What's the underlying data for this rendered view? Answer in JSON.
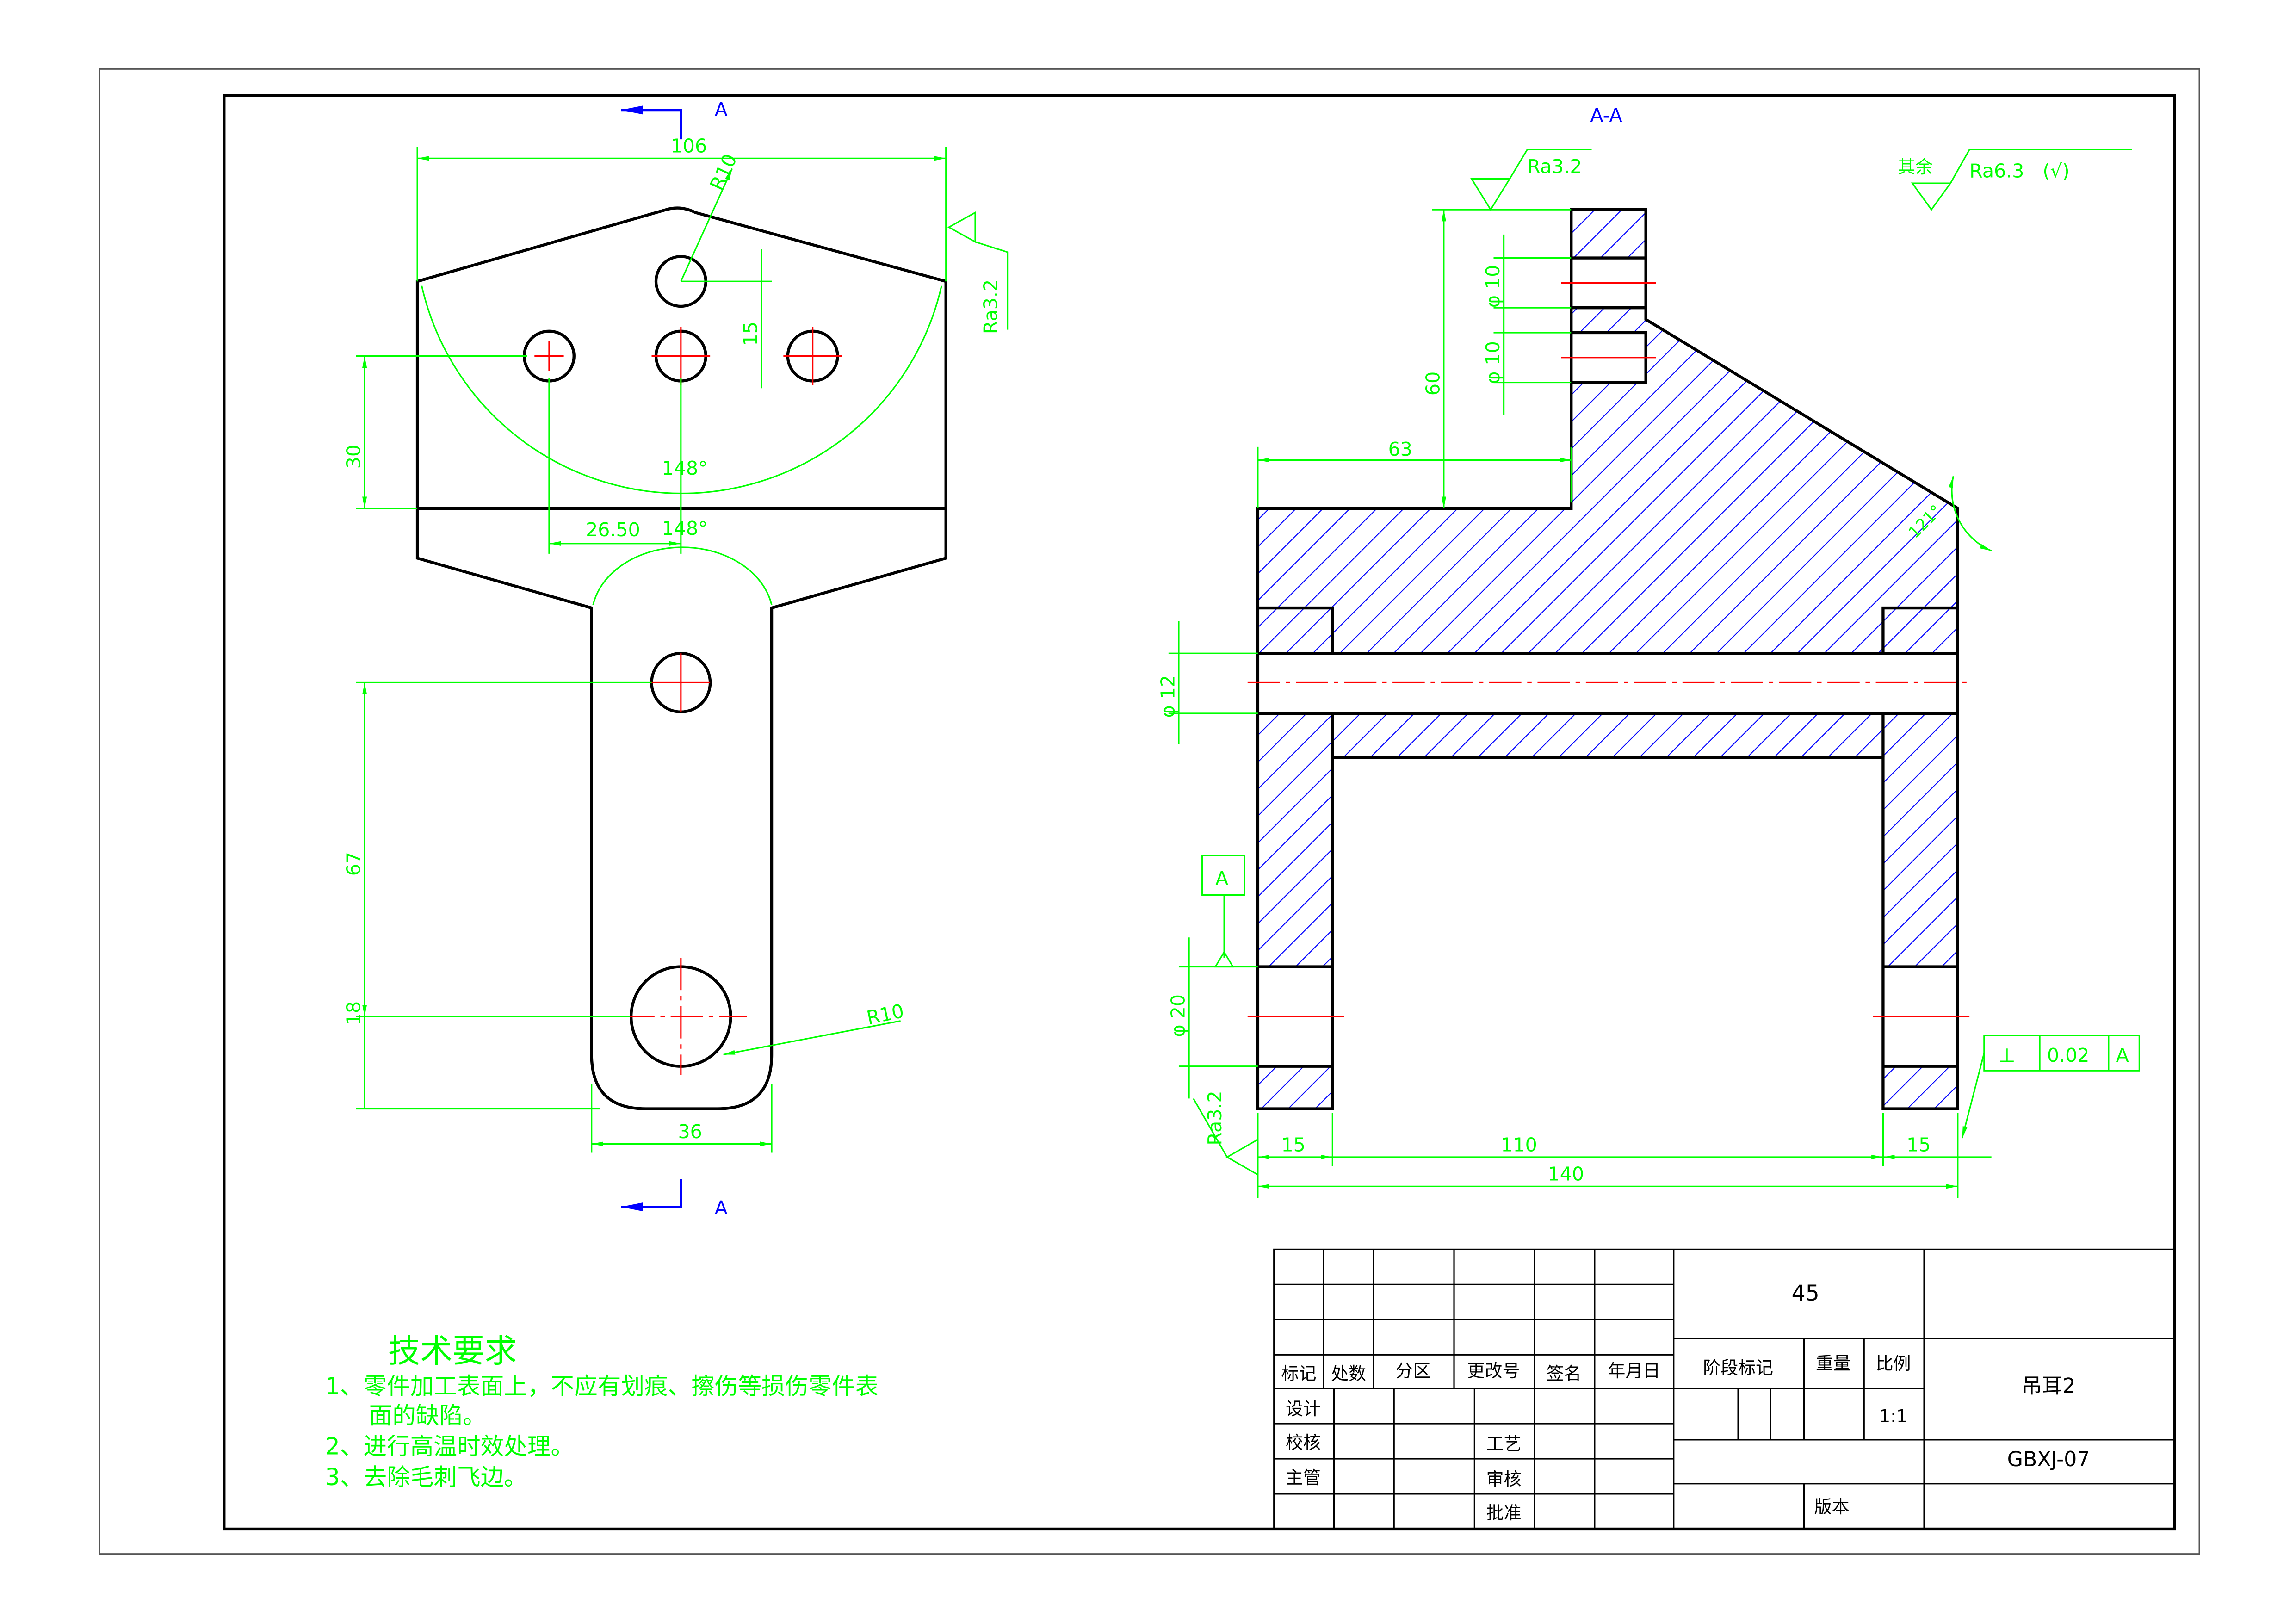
{
  "colors": {
    "dimension": "#00ff00",
    "outline": "#000000",
    "centerline": "#ff0000",
    "hatch": "#0000ff"
  },
  "left_view": {
    "section_mark_top": "A",
    "section_mark_bottom": "A",
    "dims": {
      "width_top": "106",
      "r_top": "R10",
      "ra": "Ra3.2",
      "angle_upper": "148°",
      "angle_lower": "148°",
      "offset": "26.50",
      "height_30": "30",
      "spacing_15": "15",
      "height_67": "67",
      "height_18": "18",
      "width_36": "36",
      "r_bottom": "R10"
    }
  },
  "section_view": {
    "title": "A-A",
    "ra_top": "Ra3.2",
    "ra_bottom": "Ra3.2",
    "general_roughness": {
      "prefix": "其余",
      "value": "Ra6.3",
      "suffix": "(√)"
    },
    "dims": {
      "len_63": "63",
      "height_60": "60",
      "dia_10_a": "φ 10",
      "dia_10_b": "φ 10",
      "dia_12": "φ 12",
      "dia_20": "φ 20",
      "left_15": "15",
      "mid_110": "110",
      "right_15": "15",
      "total_140": "140",
      "angle": "121°"
    },
    "datum": "A",
    "tolerance": {
      "symbol": "⊥",
      "value": "0.02",
      "datum": "A"
    }
  },
  "tech_requirements": {
    "title": "技术要求",
    "lines": [
      "1、零件加工表面上，不应有划痕、擦伤等损伤零件表",
      "面的缺陷。",
      "2、进行高温时效处理。",
      "3、去除毛刺飞边。"
    ]
  },
  "title_block": {
    "headers": [
      "标记",
      "处数",
      "分区",
      "更改号",
      "签名",
      "年月日"
    ],
    "roles": [
      "设计",
      "校核",
      "主管"
    ],
    "roles_mid": [
      "工艺",
      "审核",
      "批准"
    ],
    "material": "45",
    "stage_mark": "阶段标记",
    "weight": "重量",
    "scale_label": "比例",
    "scale": "1:1",
    "part_name": "吊耳2",
    "drawing_no": "GBXJ-07",
    "version": "版本"
  }
}
